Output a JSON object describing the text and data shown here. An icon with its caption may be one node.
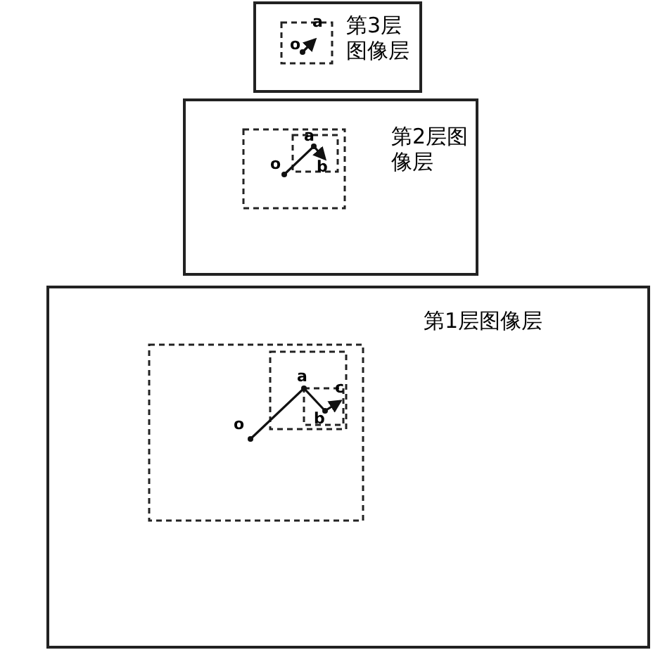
{
  "diagram": {
    "nodes": [
      {
        "text": [
          "第3层图像层"
        ]
      },
      {
        "text": [
          "第2层图像层"
        ]
      },
      {
        "text": [
          "第1层图像层"
        ]
      }
    ],
    "labels": [
      "a",
      "o",
      "a",
      "o",
      "b",
      "a",
      "c",
      "o",
      "b"
    ]
  }
}
